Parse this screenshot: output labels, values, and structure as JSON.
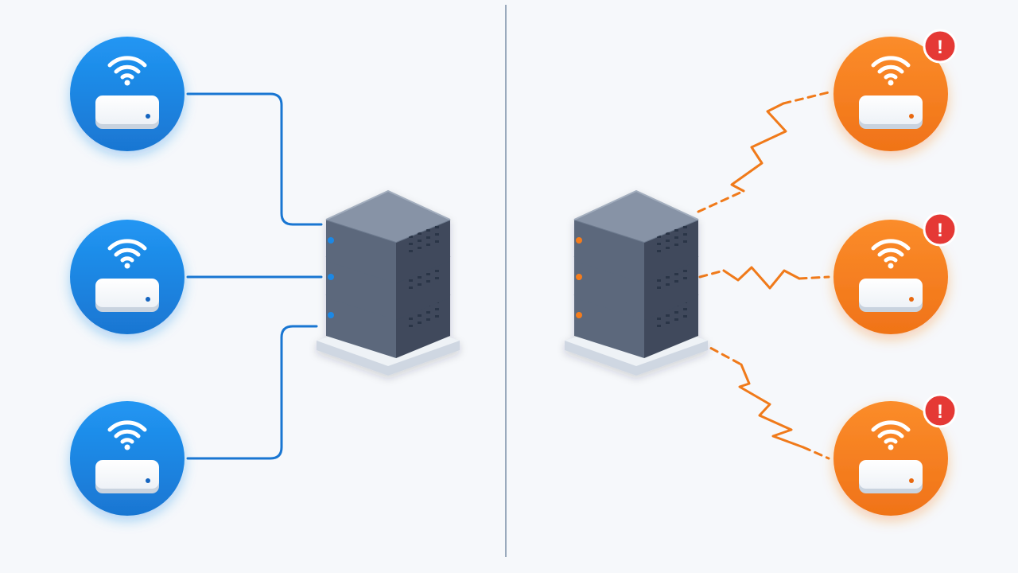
{
  "colors": {
    "background": "#f6f8fb",
    "divider": "#9aaabd",
    "healthy": "#1e88e5",
    "healthy_dark": "#1565c0",
    "healthy_line": "#1976d2",
    "degraded": "#f57c1f",
    "degraded_line": "#f07a1a",
    "alert": "#e53935",
    "server_top": "#8793a6",
    "server_body": "#566377",
    "server_dark": "#3f4a5c",
    "base": "#e3e8ef"
  },
  "left_panel": {
    "state": "healthy",
    "connection_style": "solid",
    "server": {
      "led_color": "#1e88e5",
      "units": 3
    },
    "devices": [
      {
        "id": "router-1",
        "icon": "wifi-router-icon",
        "status": "connected"
      },
      {
        "id": "router-2",
        "icon": "wifi-router-icon",
        "status": "connected"
      },
      {
        "id": "router-3",
        "icon": "wifi-router-icon",
        "status": "connected"
      }
    ]
  },
  "right_panel": {
    "state": "degraded",
    "connection_style": "dashed-zigzag",
    "server": {
      "led_color": "#f57c1f",
      "units": 3
    },
    "devices": [
      {
        "id": "router-1",
        "icon": "wifi-router-icon",
        "status": "error",
        "badge": "!"
      },
      {
        "id": "router-2",
        "icon": "wifi-router-icon",
        "status": "error",
        "badge": "!"
      },
      {
        "id": "router-3",
        "icon": "wifi-router-icon",
        "status": "error",
        "badge": "!"
      }
    ]
  }
}
